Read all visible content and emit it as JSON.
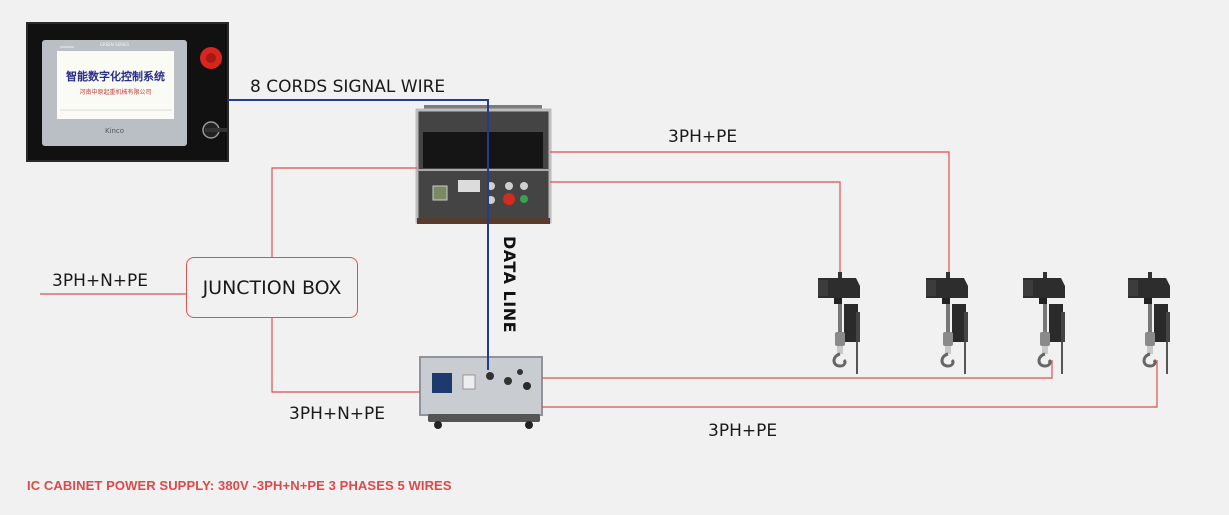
{
  "colors": {
    "power_line": "#e05050",
    "signal_line": "#1f3d8f",
    "background": "#f1f1f1",
    "footer_text": "#e04848"
  },
  "hmi": {
    "brand_tag": "GREEN SERIES",
    "title_cn": "智能数字化控制系统",
    "subtitle_cn": "河南中原起重机械有限公司",
    "logo": "Kinco",
    "icons": [
      "emergency-stop-icon",
      "key-switch-icon"
    ]
  },
  "labels": {
    "signal_wire": "8 CORDS SIGNAL WIRE",
    "top_output": "3PH+PE",
    "data_line": "DATA LINE",
    "junction_box": "JUNCTION BOX",
    "main_input": "3PH+N+PE",
    "lower_input": "3PH+N+PE",
    "bottom_output": "3PH+PE"
  },
  "footer": {
    "note": "IC CABINET POWER SUPPLY: 380V -3PH+N+PE 3 PHASES 5 WIRES"
  },
  "hoists": {
    "count": 4,
    "icon": "chain-hoist-icon"
  }
}
